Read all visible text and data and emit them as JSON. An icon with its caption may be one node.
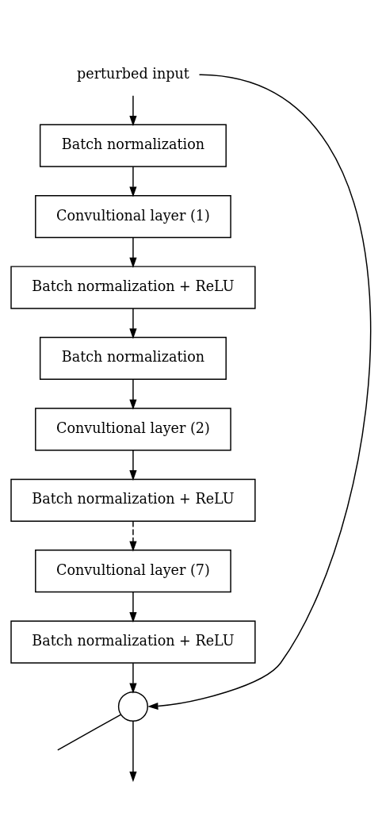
{
  "diagram": {
    "nodes": [
      {
        "text": [
          "perturbed input"
        ]
      },
      {
        "text": [
          "Batch normalization"
        ]
      },
      {
        "text": [
          "Convultional layer (1)"
        ]
      },
      {
        "text": [
          "Batch normalization + ReLU"
        ]
      },
      {
        "text": [
          "Batch normalization"
        ]
      },
      {
        "text": [
          "Convultional layer (2)"
        ]
      },
      {
        "text": [
          "Batch normalization + ReLU"
        ]
      },
      {
        "text": [
          "Convultional layer (7)"
        ]
      },
      {
        "text": [
          "Batch normalization + ReLU"
        ]
      },
      {
        "text": [],
        "shape": "circle"
      }
    ],
    "edges": [
      {
        "from": 0,
        "to": 1,
        "arrow": "to"
      },
      {
        "from": 1,
        "to": 2,
        "arrow": "to"
      },
      {
        "from": 2,
        "to": 3,
        "arrow": "to"
      },
      {
        "from": 3,
        "to": 4,
        "arrow": "to"
      },
      {
        "from": 4,
        "to": 5,
        "arrow": "to"
      },
      {
        "from": 5,
        "to": 6,
        "arrow": "to"
      },
      {
        "from": 6,
        "to": 7,
        "arrow": "to",
        "style": "dashed"
      },
      {
        "from": 7,
        "to": 8,
        "arrow": "to"
      },
      {
        "from": 8,
        "to": 9,
        "arrow": "to"
      },
      {
        "from": 0,
        "to": 9,
        "arrow": "to"
      },
      {
        "from": 9,
        "to": null,
        "arrow": "none"
      },
      {
        "from": 9,
        "to": null,
        "arrow": "to"
      }
    ]
  }
}
